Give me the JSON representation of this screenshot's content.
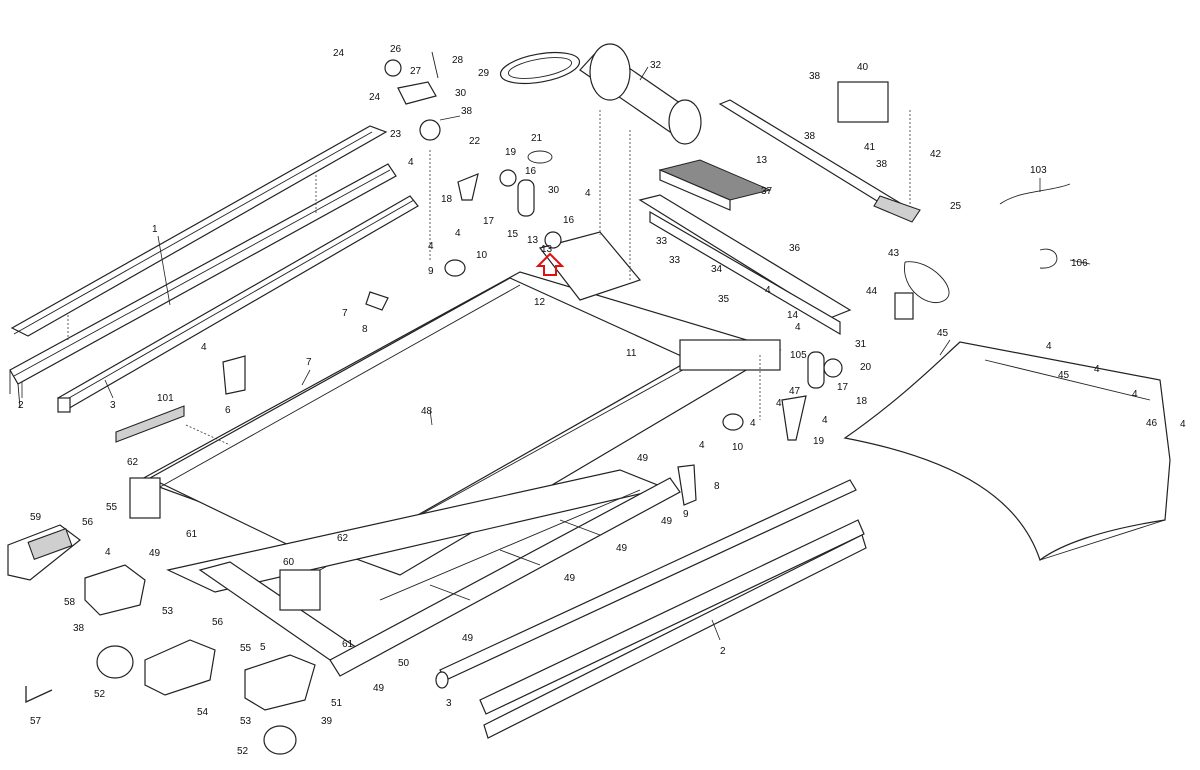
{
  "diagram": {
    "callouts": [
      {
        "id": "c1",
        "text": "1"
      },
      {
        "id": "c2a",
        "text": "2"
      },
      {
        "id": "c2b",
        "text": "2"
      },
      {
        "id": "c3a",
        "text": "3"
      },
      {
        "id": "c3b",
        "text": "3"
      },
      {
        "id": "c4a",
        "text": "4"
      },
      {
        "id": "c4b",
        "text": "4"
      },
      {
        "id": "c4c",
        "text": "4"
      },
      {
        "id": "c4d",
        "text": "4"
      },
      {
        "id": "c4e",
        "text": "4"
      },
      {
        "id": "c4f",
        "text": "4"
      },
      {
        "id": "c4g",
        "text": "4"
      },
      {
        "id": "c4h",
        "text": "4"
      },
      {
        "id": "c4i",
        "text": "4"
      },
      {
        "id": "c4j",
        "text": "4"
      },
      {
        "id": "c4k",
        "text": "4"
      },
      {
        "id": "c4l",
        "text": "4"
      },
      {
        "id": "c4m",
        "text": "4"
      },
      {
        "id": "c4n",
        "text": "4"
      },
      {
        "id": "c4o",
        "text": "4"
      },
      {
        "id": "c4p",
        "text": "4"
      },
      {
        "id": "c5",
        "text": "5"
      },
      {
        "id": "c6",
        "text": "6"
      },
      {
        "id": "c7a",
        "text": "7"
      },
      {
        "id": "c7b",
        "text": "7"
      },
      {
        "id": "c8a",
        "text": "8"
      },
      {
        "id": "c8b",
        "text": "8"
      },
      {
        "id": "c9a",
        "text": "9"
      },
      {
        "id": "c9b",
        "text": "9"
      },
      {
        "id": "c10a",
        "text": "10"
      },
      {
        "id": "c10b",
        "text": "10"
      },
      {
        "id": "c11",
        "text": "11"
      },
      {
        "id": "c12",
        "text": "12"
      },
      {
        "id": "c13a",
        "text": "13"
      },
      {
        "id": "c13b",
        "text": "13"
      },
      {
        "id": "c13c",
        "text": "13"
      },
      {
        "id": "c14",
        "text": "14"
      },
      {
        "id": "c15",
        "text": "15"
      },
      {
        "id": "c16a",
        "text": "16"
      },
      {
        "id": "c16b",
        "text": "16"
      },
      {
        "id": "c17a",
        "text": "17"
      },
      {
        "id": "c17b",
        "text": "17"
      },
      {
        "id": "c18a",
        "text": "18"
      },
      {
        "id": "c18b",
        "text": "18"
      },
      {
        "id": "c19a",
        "text": "19"
      },
      {
        "id": "c19b",
        "text": "19"
      },
      {
        "id": "c20",
        "text": "20"
      },
      {
        "id": "c21",
        "text": "21"
      },
      {
        "id": "c22",
        "text": "22"
      },
      {
        "id": "c23",
        "text": "23"
      },
      {
        "id": "c24a",
        "text": "24"
      },
      {
        "id": "c24b",
        "text": "24"
      },
      {
        "id": "c25",
        "text": "25"
      },
      {
        "id": "c26",
        "text": "26"
      },
      {
        "id": "c27",
        "text": "27"
      },
      {
        "id": "c28",
        "text": "28"
      },
      {
        "id": "c29",
        "text": "29"
      },
      {
        "id": "c30a",
        "text": "30"
      },
      {
        "id": "c30b",
        "text": "30"
      },
      {
        "id": "c31",
        "text": "31"
      },
      {
        "id": "c32",
        "text": "32"
      },
      {
        "id": "c33a",
        "text": "33"
      },
      {
        "id": "c33b",
        "text": "33"
      },
      {
        "id": "c34",
        "text": "34"
      },
      {
        "id": "c35",
        "text": "35"
      },
      {
        "id": "c36",
        "text": "36"
      },
      {
        "id": "c37",
        "text": "37"
      },
      {
        "id": "c38a",
        "text": "38"
      },
      {
        "id": "c38b",
        "text": "38"
      },
      {
        "id": "c38c",
        "text": "38"
      },
      {
        "id": "c38d",
        "text": "38"
      },
      {
        "id": "c38e",
        "text": "38"
      },
      {
        "id": "c39",
        "text": "39"
      },
      {
        "id": "c40",
        "text": "40"
      },
      {
        "id": "c41",
        "text": "41"
      },
      {
        "id": "c42",
        "text": "42"
      },
      {
        "id": "c43",
        "text": "43"
      },
      {
        "id": "c44",
        "text": "44"
      },
      {
        "id": "c45a",
        "text": "45"
      },
      {
        "id": "c45b",
        "text": "45"
      },
      {
        "id": "c46",
        "text": "46"
      },
      {
        "id": "c47",
        "text": "47"
      },
      {
        "id": "c48",
        "text": "48"
      },
      {
        "id": "c49a",
        "text": "49"
      },
      {
        "id": "c49b",
        "text": "49"
      },
      {
        "id": "c49c",
        "text": "49"
      },
      {
        "id": "c49d",
        "text": "49"
      },
      {
        "id": "c49e",
        "text": "49"
      },
      {
        "id": "c49f",
        "text": "49"
      },
      {
        "id": "c49g",
        "text": "49"
      },
      {
        "id": "c50",
        "text": "50"
      },
      {
        "id": "c51",
        "text": "51"
      },
      {
        "id": "c52a",
        "text": "52"
      },
      {
        "id": "c52b",
        "text": "52"
      },
      {
        "id": "c53a",
        "text": "53"
      },
      {
        "id": "c53b",
        "text": "53"
      },
      {
        "id": "c54",
        "text": "54"
      },
      {
        "id": "c55a",
        "text": "55"
      },
      {
        "id": "c55b",
        "text": "55"
      },
      {
        "id": "c56a",
        "text": "56"
      },
      {
        "id": "c56b",
        "text": "56"
      },
      {
        "id": "c57",
        "text": "57"
      },
      {
        "id": "c58",
        "text": "58"
      },
      {
        "id": "c59",
        "text": "59"
      },
      {
        "id": "c60",
        "text": "60"
      },
      {
        "id": "c61a",
        "text": "61"
      },
      {
        "id": "c61b",
        "text": "61"
      },
      {
        "id": "c62a",
        "text": "62"
      },
      {
        "id": "c62b",
        "text": "62"
      },
      {
        "id": "c101",
        "text": "101"
      },
      {
        "id": "c103",
        "text": "103"
      },
      {
        "id": "c105",
        "text": "105"
      },
      {
        "id": "c106",
        "text": "106"
      }
    ],
    "highlight_color": "#e01010"
  }
}
